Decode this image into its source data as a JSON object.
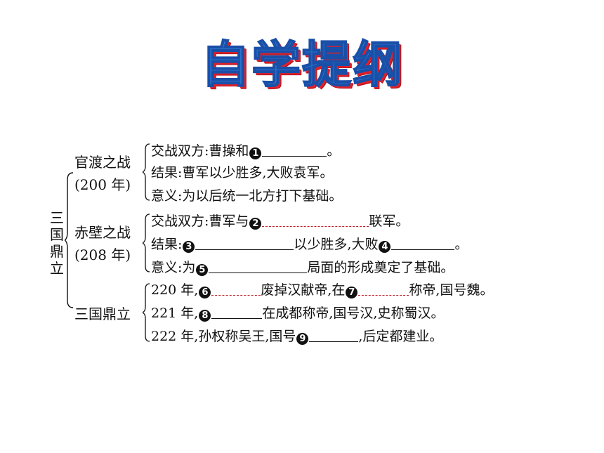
{
  "title": "自学提纲",
  "root_label": "三国鼎立",
  "sections": [
    {
      "name": "官渡之战",
      "year": "(200 年)",
      "lines": [
        {
          "pre": "交战双方:曹操和",
          "num": "1",
          "post": "。"
        },
        {
          "text": "结果:曹军以少胜多,大败袁军。"
        },
        {
          "text": "意义:为以后统一北方打下基础。"
        }
      ]
    },
    {
      "name": "赤壁之战",
      "year": "(208 年)",
      "lines": [
        {
          "pre": "交战双方:曹军与",
          "num": "2",
          "post": "联军。"
        },
        {
          "pre": "结果:",
          "num": "3",
          "mid": "以少胜多,大败",
          "num2": "4",
          "post": "。"
        },
        {
          "pre": "意义:为",
          "num": "5",
          "post": "局面的形成奠定了基础。"
        }
      ]
    },
    {
      "name": "三国鼎立",
      "lines": [
        {
          "pre": "220 年,",
          "num": "6",
          "mid": "废掉汉献帝,在",
          "num2": "7",
          "post": "称帝,国号魏。"
        },
        {
          "pre": "221 年,",
          "num": "8",
          "post": "在成都称帝,国号汉,史称蜀汉。"
        },
        {
          "pre": "222 年,孙权称吴王,国号",
          "num": "9",
          "post": ",后定都建业。"
        }
      ]
    }
  ]
}
